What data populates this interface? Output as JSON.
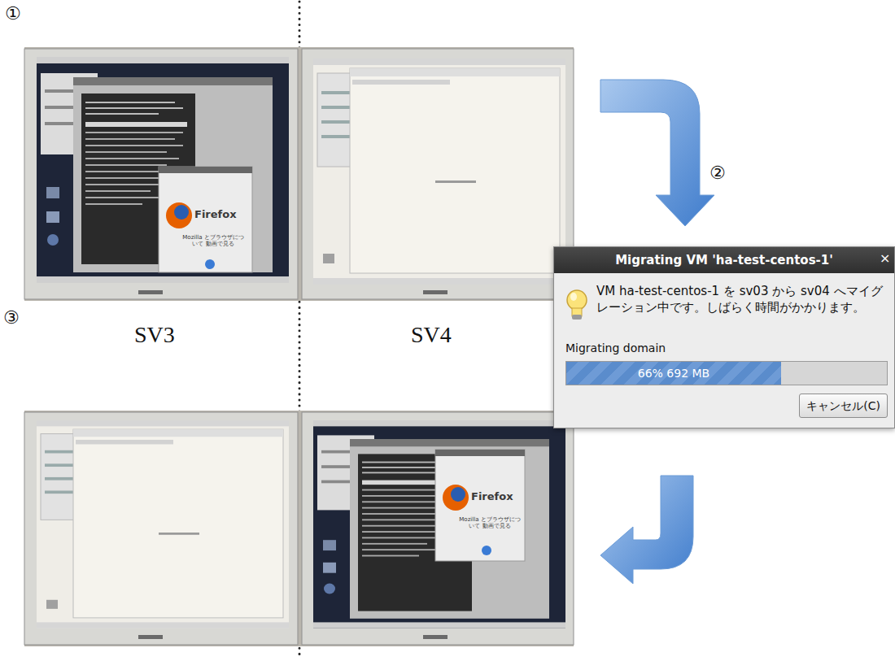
{
  "diagram": {
    "nodes": [
      {
        "text": [
          "Migrating VM 'ha-test-centos-1'",
          "VM ha-test-centos-1 を sv03 から sv04 へマイグレーション中です。しばらく時間がかかります。",
          "Migrating domain"
        ]
      },
      {
        "text": [
          "66% 692 MB"
        ],
        "in": 0
      },
      {
        "text": [
          "キャンセル(C)"
        ],
        "in": 0
      }
    ],
    "labels": [
      "①",
      "②",
      "SV3",
      "SV4",
      "③",
      "×",
      "Firefox",
      "Mozilla とブラウザについて 動画で見る",
      "Firefox",
      "Mozilla とブラウザについて 動画で見る"
    ]
  }
}
